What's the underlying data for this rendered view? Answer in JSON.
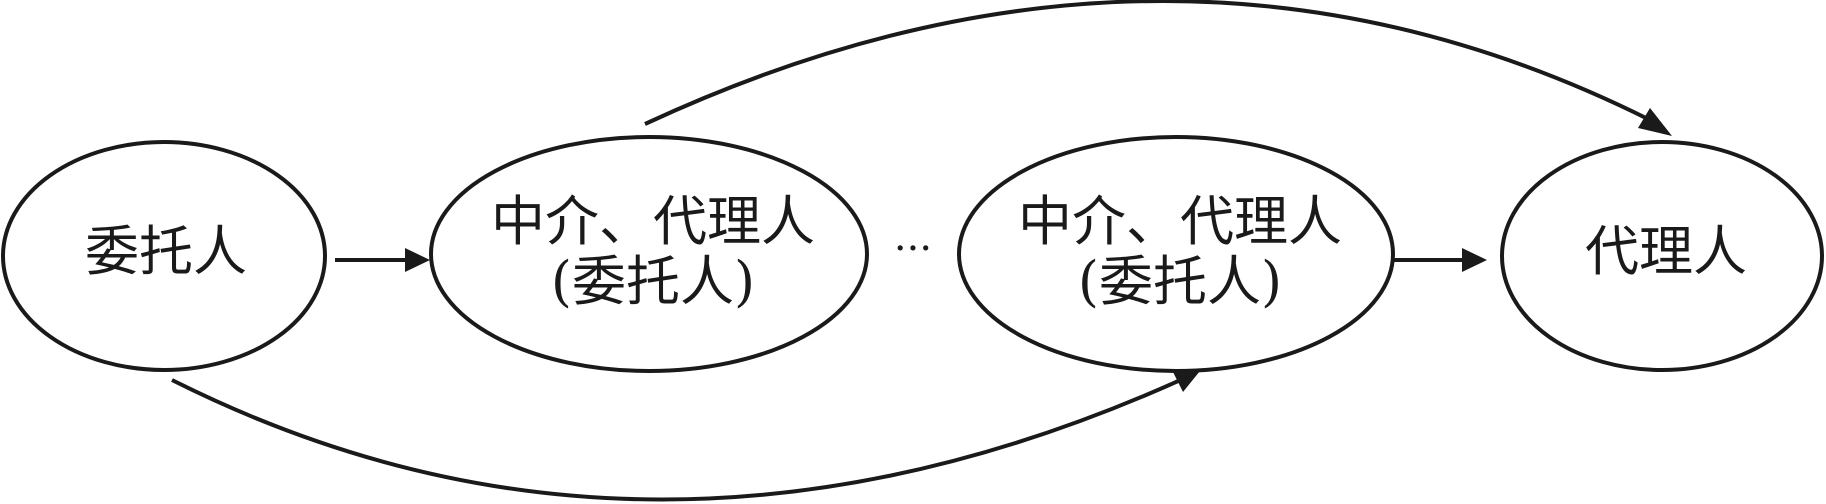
{
  "diagram": {
    "nodes": {
      "principal": {
        "line1": "委托人"
      },
      "intermediary_1": {
        "line1": "中介、代理人",
        "line2": "(委托人)"
      },
      "intermediary_n": {
        "line1": "中介、代理人",
        "line2": "(委托人)"
      },
      "agent": {
        "line1": "代理人"
      }
    },
    "ellipsis": "···",
    "colors": {
      "stroke": "#1a1a1a",
      "background": "#ffffff"
    }
  }
}
